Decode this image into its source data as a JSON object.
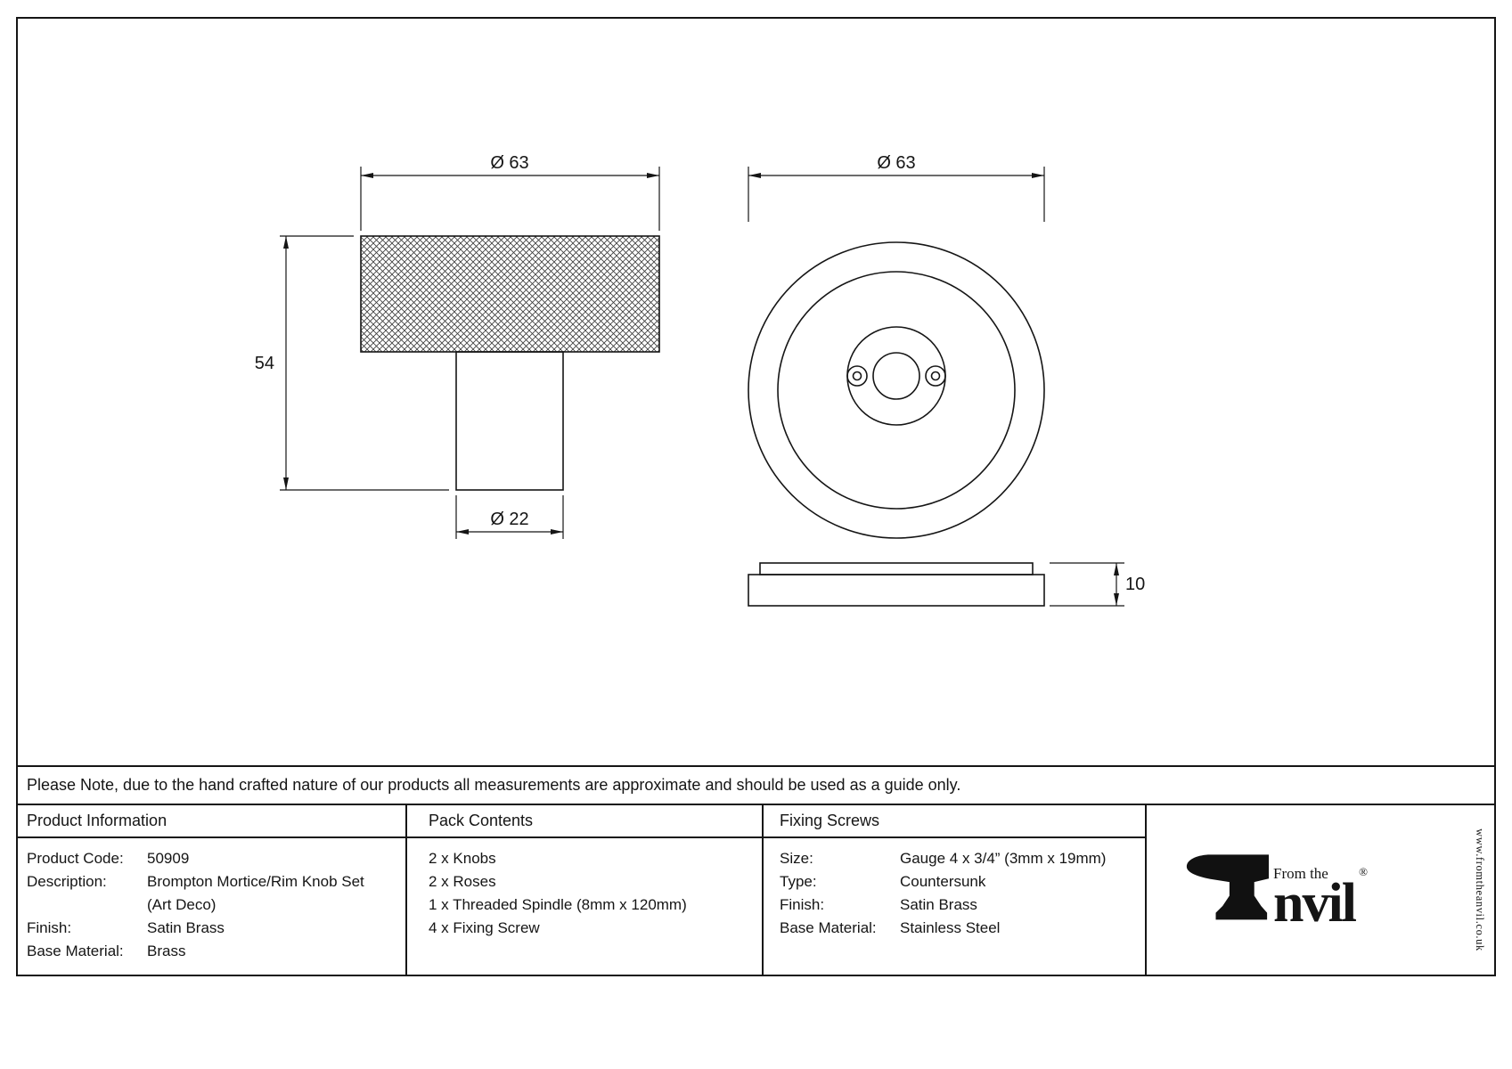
{
  "note": "Please Note, due to the hand crafted nature of our products all measurements are approximate and should be used as a guide only.",
  "drawing": {
    "knob": {
      "diameter": "Ø 63",
      "height": "54",
      "stem_diameter": "Ø 22"
    },
    "rose": {
      "diameter": "Ø 63",
      "thickness": "10"
    }
  },
  "table": {
    "product_info": {
      "header": "Product Information",
      "rows": [
        {
          "label": "Product Code:",
          "value": "50909"
        },
        {
          "label": "Description:",
          "value": "Brompton Mortice/Rim Knob Set"
        },
        {
          "label": "",
          "value": "(Art Deco)"
        },
        {
          "label": "Finish:",
          "value": "Satin Brass"
        },
        {
          "label": "Base Material:",
          "value": "Brass"
        }
      ]
    },
    "pack_contents": {
      "header": "Pack Contents",
      "items": [
        "2 x Knobs",
        "2 x Roses",
        "1 x Threaded Spindle (8mm x 120mm)",
        "4 x Fixing Screw"
      ]
    },
    "fixing_screws": {
      "header": "Fixing Screws",
      "rows": [
        {
          "label": "Size:",
          "value": "Gauge 4 x 3/4” (3mm x 19mm)"
        },
        {
          "label": "Type:",
          "value": "Countersunk"
        },
        {
          "label": "Finish:",
          "value": "Satin Brass"
        },
        {
          "label": "Base Material:",
          "value": "Stainless Steel"
        }
      ]
    }
  },
  "logo": {
    "tagline": "From the",
    "brand": "nvil",
    "registered": "®",
    "website": "www.fromtheanvil.co.uk"
  }
}
